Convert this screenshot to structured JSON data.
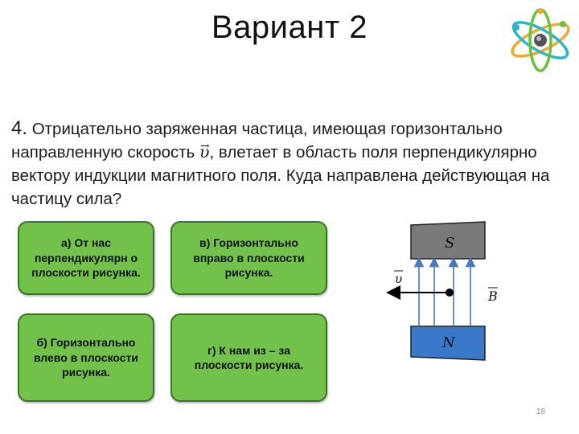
{
  "slide": {
    "title": "Вариант 2",
    "page_number": "18"
  },
  "question": {
    "number": "4.",
    "text_before": "Отрицательно заряженная частица, имеющая горизонтально направленную скорость",
    "velocity_symbol": "υ",
    "text_after": ", влетает в область поля перпендикулярно вектору индукции магнитного поля. Куда направлена действующая на частицу сила?"
  },
  "options": {
    "a": "а) От нас перпендикулярн о плоскости рисунка.",
    "v": "в) Горизонтально вправо в плоскости рисунка.",
    "b": "б) Горизонтально влево в плоскости рисунка.",
    "g": "г) К нам из – за плоскости рисунка."
  },
  "diagram": {
    "pole_top": "S",
    "pole_bottom": "N",
    "velocity_label": "υ",
    "field_label": "B",
    "colors": {
      "pole_top": "#7a7a7a",
      "pole_bottom": "#3a78c9",
      "field_lines": "#4a78c0"
    }
  },
  "colors": {
    "option_fill": "#71c14b",
    "option_border": "#3f6f2a"
  }
}
